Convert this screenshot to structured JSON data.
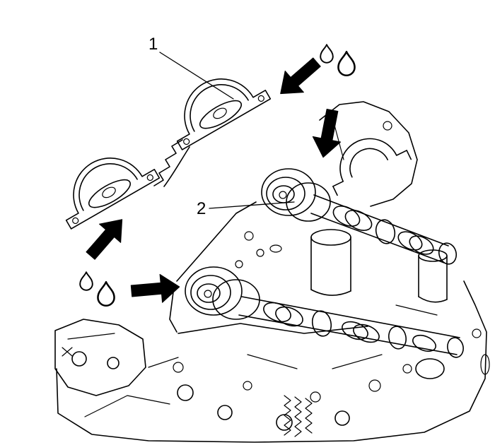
{
  "figure": {
    "callouts": {
      "one": "1",
      "two": "2"
    },
    "colors": {
      "background": "#ffffff",
      "ink": "#000000"
    },
    "icons": {
      "lubrication-arrow": "solid black pointer arrow",
      "oil-drop": "teardrop outline glyph"
    }
  }
}
